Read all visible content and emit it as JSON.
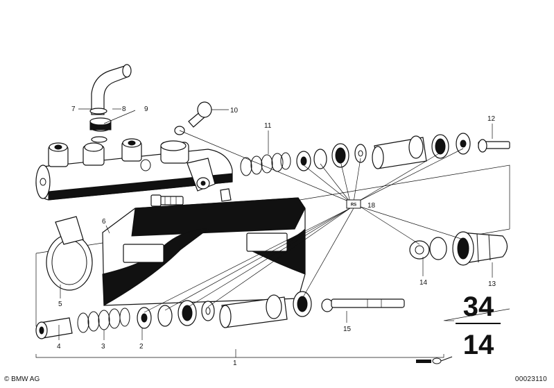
{
  "diagram": {
    "callouts": {
      "c1": "1",
      "c2": "2",
      "c3": "3",
      "c4": "4",
      "c5": "5",
      "c6": "6",
      "c7": "7",
      "c8": "8",
      "c9": "9",
      "c10": "10",
      "c11": "11",
      "c12": "12",
      "c13": "13",
      "c14": "14",
      "c15": "15",
      "c18": "18"
    },
    "kit_badge": "RS",
    "group_main": "34",
    "group_sub": "14"
  },
  "footer": {
    "copyright": "© BMW AG",
    "reference_number": "00023110"
  }
}
